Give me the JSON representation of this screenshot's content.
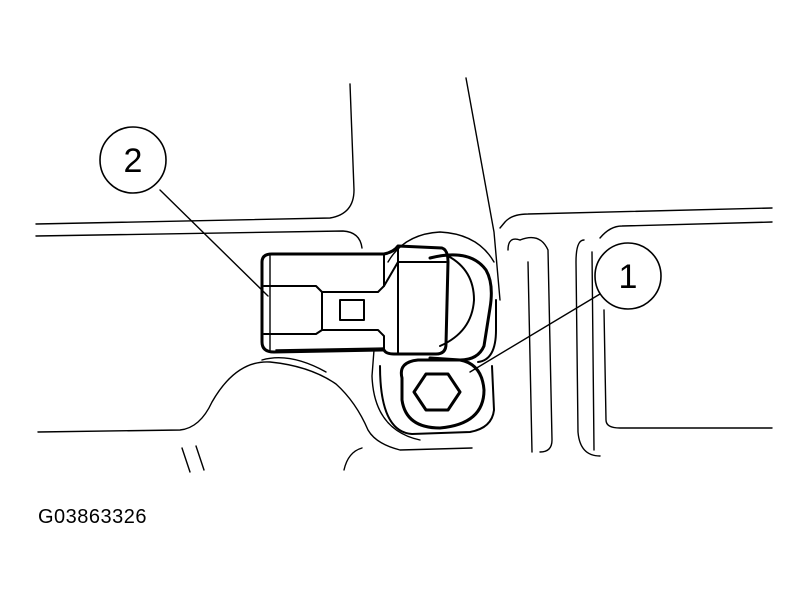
{
  "callouts": [
    {
      "label": "1"
    },
    {
      "label": "2"
    }
  ],
  "figure_id": "G03863326"
}
